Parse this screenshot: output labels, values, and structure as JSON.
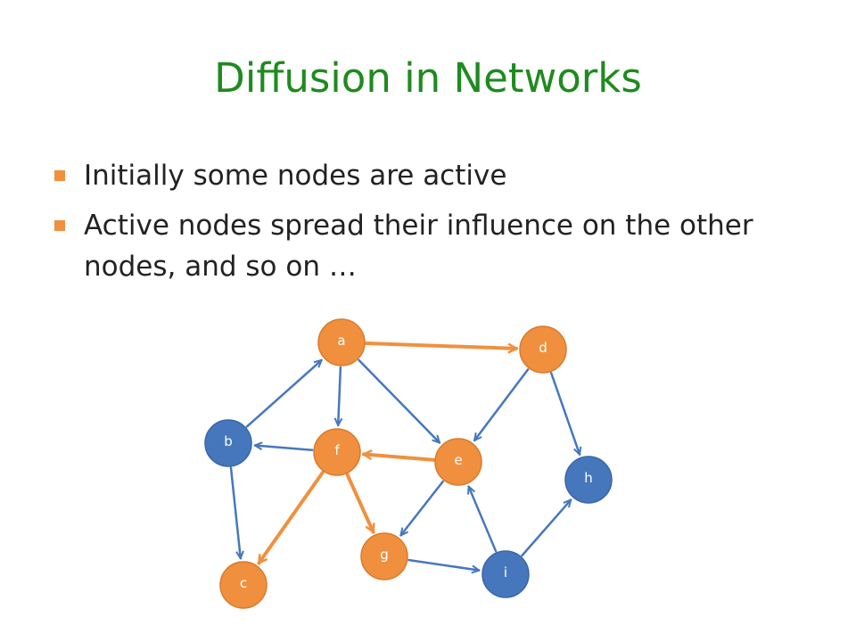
{
  "title": "Diffusion in Networks",
  "bullets": [
    "Initially some nodes are active",
    "Active nodes spread their influence on the other nodes, and so on …"
  ],
  "colors": {
    "title": "#1f8a1f",
    "bullet_marker": "#f0903e",
    "active": "#f0903e",
    "inactive": "#4677bd",
    "active_edge": "#f0903e",
    "inactive_edge": "#4677bd"
  },
  "graph": {
    "nodes": [
      {
        "id": "a",
        "label": "a",
        "active": true
      },
      {
        "id": "b",
        "label": "b",
        "active": false
      },
      {
        "id": "c",
        "label": "c",
        "active": true
      },
      {
        "id": "d",
        "label": "d",
        "active": true
      },
      {
        "id": "e",
        "label": "e",
        "active": true
      },
      {
        "id": "f",
        "label": "f",
        "active": true
      },
      {
        "id": "g",
        "label": "g",
        "active": true
      },
      {
        "id": "h",
        "label": "h",
        "active": false
      },
      {
        "id": "i",
        "label": "i",
        "active": false
      }
    ],
    "edges": [
      {
        "from": "a",
        "to": "d",
        "active": true
      },
      {
        "from": "e",
        "to": "f",
        "active": true
      },
      {
        "from": "f",
        "to": "g",
        "active": true
      },
      {
        "from": "f",
        "to": "c",
        "active": true
      },
      {
        "from": "b",
        "to": "a",
        "active": false
      },
      {
        "from": "a",
        "to": "f",
        "active": false
      },
      {
        "from": "a",
        "to": "e",
        "active": false
      },
      {
        "from": "d",
        "to": "e",
        "active": false
      },
      {
        "from": "d",
        "to": "h",
        "active": false
      },
      {
        "from": "f",
        "to": "b",
        "active": false
      },
      {
        "from": "b",
        "to": "c",
        "active": false
      },
      {
        "from": "e",
        "to": "g",
        "active": false
      },
      {
        "from": "g",
        "to": "i",
        "active": false
      },
      {
        "from": "i",
        "to": "e",
        "active": false
      },
      {
        "from": "i",
        "to": "h",
        "active": false
      }
    ]
  }
}
